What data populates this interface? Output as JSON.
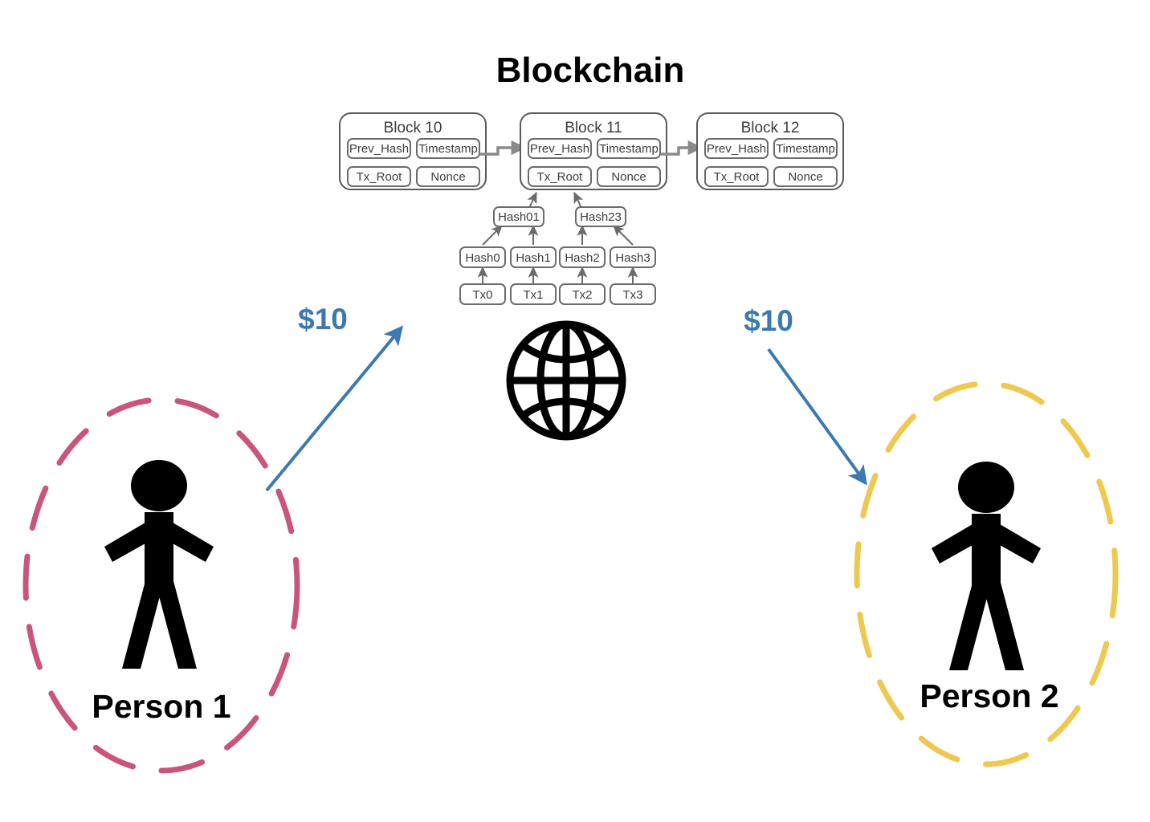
{
  "diagram": {
    "title": "Blockchain",
    "background_color": "#ffffff"
  },
  "colors": {
    "accent_blue": "#3b79b0",
    "person1_ellipse": "#c9557f",
    "person2_ellipse": "#efc850",
    "box_stroke": "#6b6b6b",
    "chain_link": "#8a8a8a",
    "text_dark": "#3d3d3d",
    "figure_black": "#000000"
  },
  "blockchain": {
    "blocks": [
      {
        "label": "Block 10",
        "fields": [
          "Prev_Hash",
          "Timestamp",
          "Tx_Root",
          "Nonce"
        ]
      },
      {
        "label": "Block 11",
        "fields": [
          "Prev_Hash",
          "Timestamp",
          "Tx_Root",
          "Nonce"
        ]
      },
      {
        "label": "Block 12",
        "fields": [
          "Prev_Hash",
          "Timestamp",
          "Tx_Root",
          "Nonce"
        ]
      }
    ]
  },
  "merkle_tree": {
    "intermediate_hashes": [
      "Hash01",
      "Hash23"
    ],
    "leaf_hashes": [
      "Hash0",
      "Hash1",
      "Hash2",
      "Hash3"
    ],
    "transactions": [
      "Tx0",
      "Tx1",
      "Tx2",
      "Tx3"
    ]
  },
  "network": {
    "icon": "globe-icon"
  },
  "actors": [
    {
      "name": "Person 1",
      "role": "sender",
      "ellipse_color": "#c9557f",
      "icon": "stick-figure-icon"
    },
    {
      "name": "Person 2",
      "role": "receiver",
      "ellipse_color": "#efc850",
      "icon": "stick-figure-icon"
    }
  ],
  "transfers": [
    {
      "amount": "$10",
      "direction": "sender-to-network",
      "color": "#3b79b0"
    },
    {
      "amount": "$10",
      "direction": "network-to-receiver",
      "color": "#3b79b0"
    }
  ]
}
